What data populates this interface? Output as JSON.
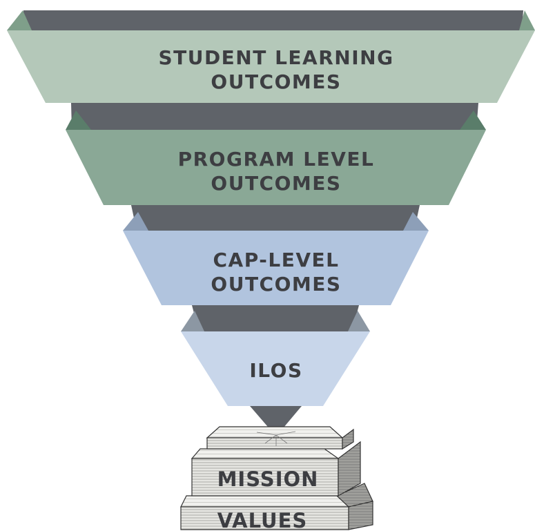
{
  "diagram": {
    "colors": {
      "band_dark": "#5f6369",
      "tier_1": "#b4c8b9",
      "tier_1_fold": "#7f9f8a",
      "tier_2": "#8aa896",
      "tier_2_fold": "#5a7d6a",
      "tier_3": "#b1c4de",
      "tier_3_fold": "#8d9fb8",
      "tier_4": "#c8d6ea",
      "tier_4_fold": "#8c97a3",
      "text": "#3d3e42"
    },
    "tiers": [
      {
        "line1": "STUDENT LEARNING",
        "line2": "OUTCOMES"
      },
      {
        "line1": "PROGRAM LEVEL",
        "line2": "OUTCOMES"
      },
      {
        "line1": "CAP-LEVEL",
        "line2": "OUTCOMES"
      },
      {
        "line1": "ILOS"
      }
    ],
    "base": {
      "mission": "MISSION",
      "values": "VALUES"
    }
  }
}
